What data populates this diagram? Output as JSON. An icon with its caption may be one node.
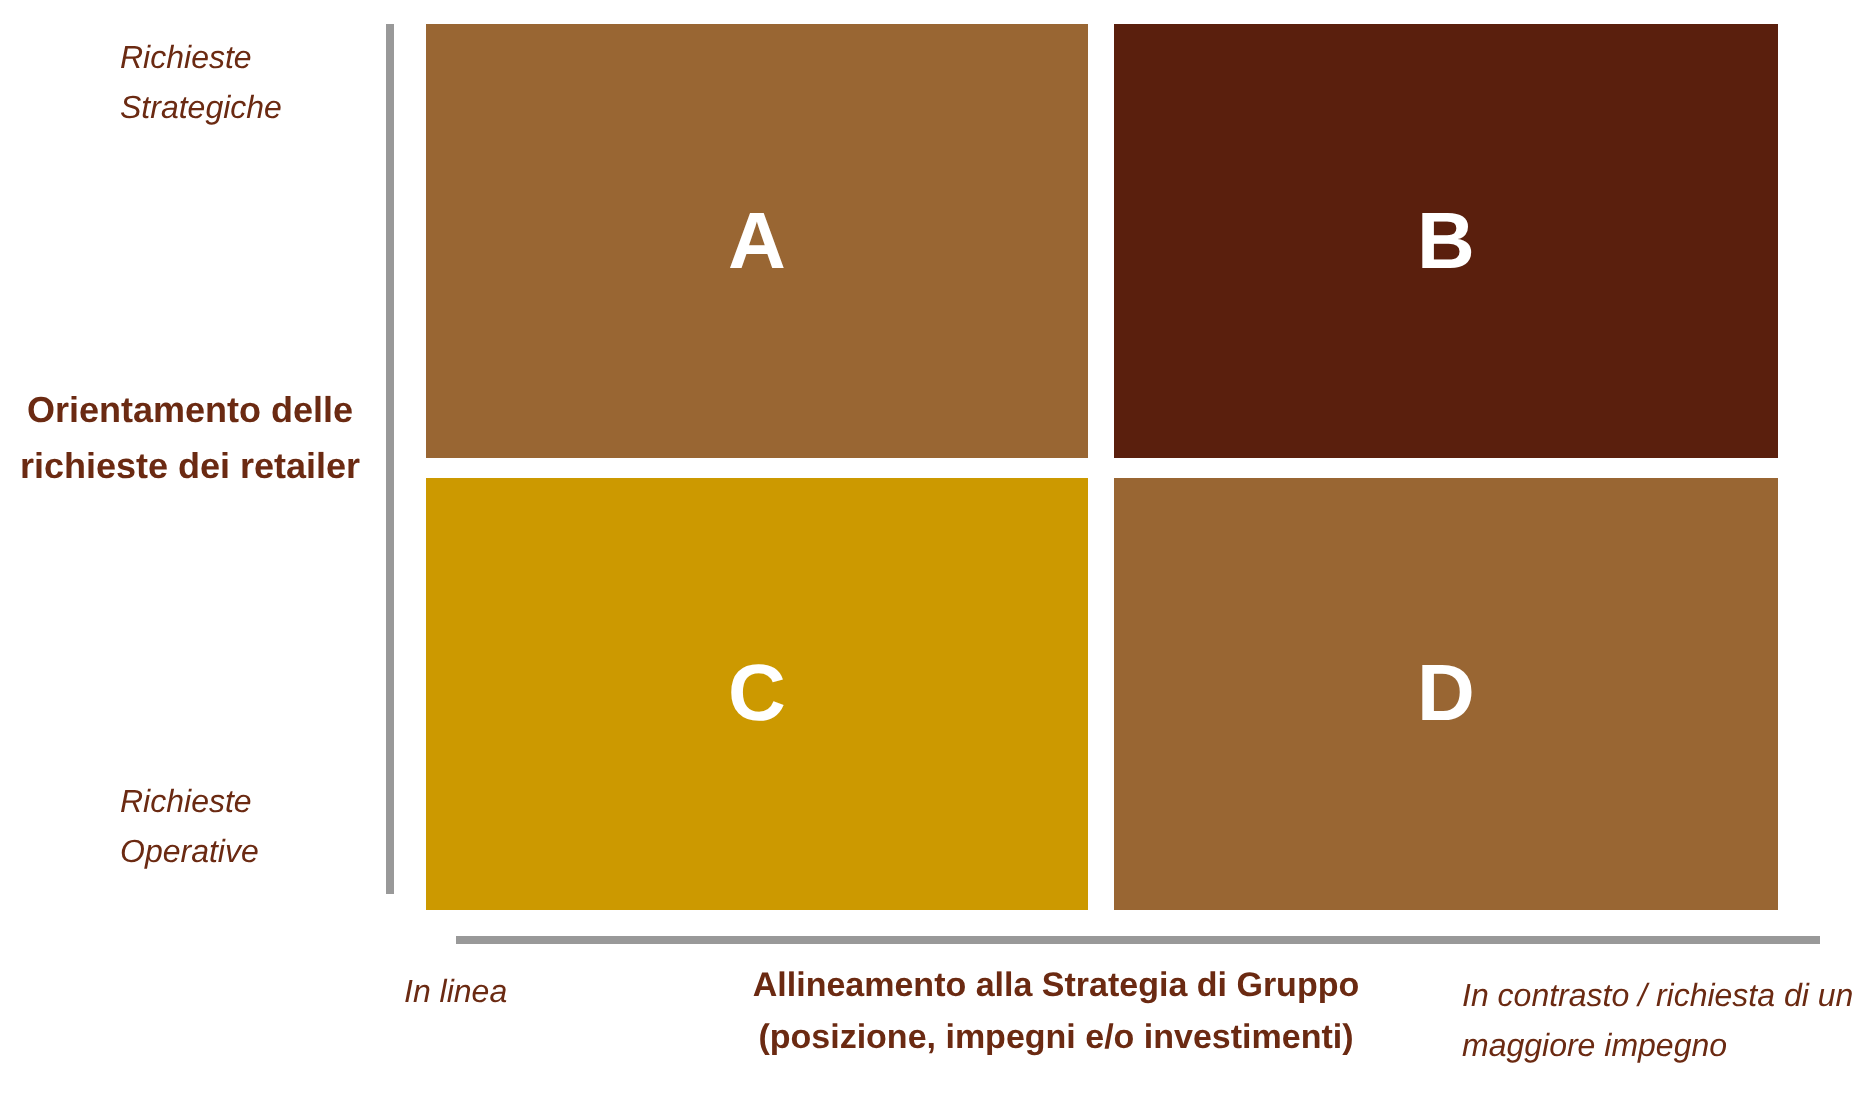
{
  "diagram": {
    "nodes": [
      {
        "text": [
          "A"
        ]
      },
      {
        "text": [
          "B"
        ]
      },
      {
        "text": [
          "C"
        ]
      },
      {
        "text": [
          "D"
        ]
      }
    ],
    "labels": [
      "Richieste Strategiche",
      "Orientamento delle richieste dei retailer",
      "Richieste Operative",
      "In linea",
      "Allineamento alla Strategia di Gruppo (posizione, impegni e/o investimenti)",
      "In contrasto / richiesta di un maggiore impegno"
    ]
  }
}
